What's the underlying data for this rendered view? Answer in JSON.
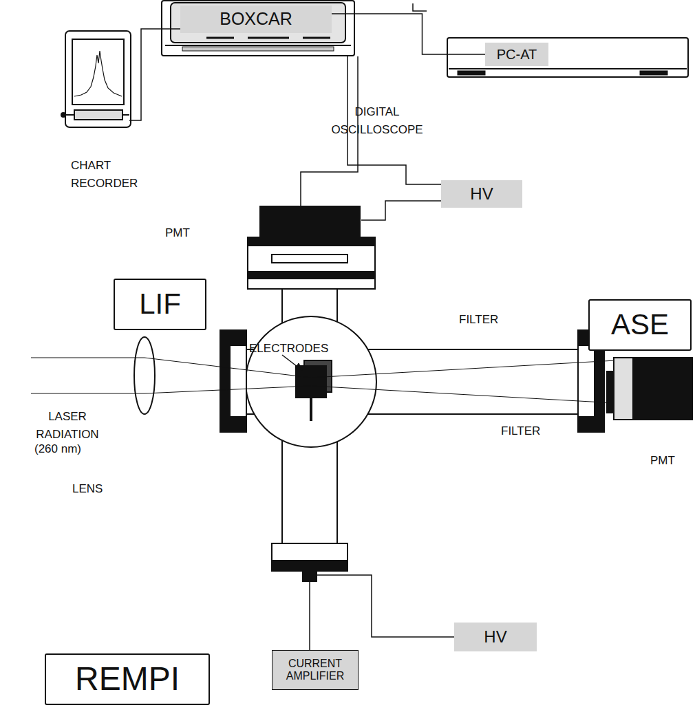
{
  "diagram": {
    "nodes": [
      {
        "text": [
          "BOXCAR"
        ]
      },
      {
        "text": [
          "PC-AT"
        ]
      },
      {
        "text": [
          "HV"
        ]
      },
      {
        "text": [
          "LIF"
        ]
      },
      {
        "text": [
          "ASE"
        ]
      },
      {
        "text": [
          "HV"
        ]
      },
      {
        "text": [
          "CURRENT AMPLIFIER"
        ]
      },
      {
        "text": [
          "REMPI"
        ]
      }
    ],
    "edges": [
      {
        "from": 0,
        "to": 1,
        "arrow": "none"
      }
    ],
    "labels": [
      "DIGITAL OSCILLOSCOPE",
      "CHART RECORDER",
      "PMT",
      "FILTER",
      "ELECTRODES",
      "LASER RADIATION",
      "(260 nm)",
      "FILTER",
      "LENS",
      "PMT"
    ]
  }
}
